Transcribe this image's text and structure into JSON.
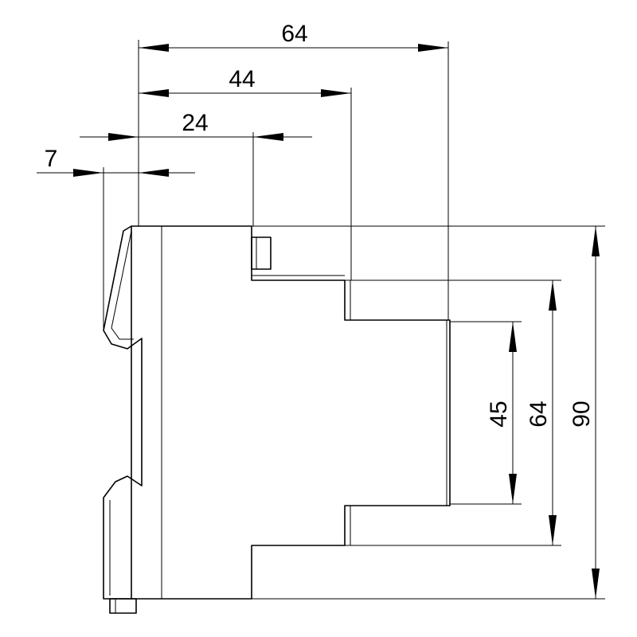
{
  "dimensions": {
    "width_overall": "64",
    "width_middle": "44",
    "width_front": "24",
    "width_clip": "7",
    "height_front": "45",
    "height_middle": "64",
    "height_overall": "90"
  }
}
